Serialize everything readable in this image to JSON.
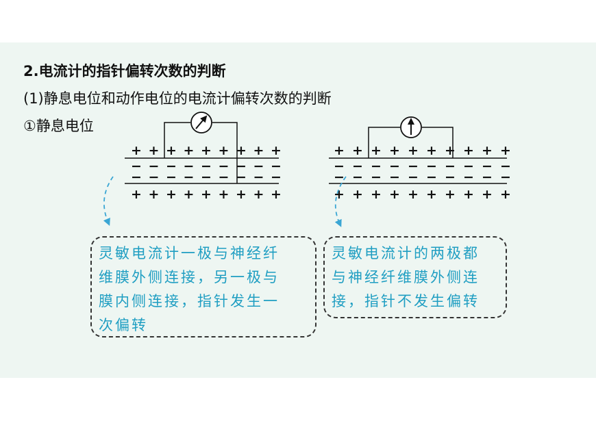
{
  "heading": "2.电流计的指针偏转次数的判断",
  "subheading": "(1)静息电位和动作电位的电流计偏转次数的判断",
  "item": "①静息电位",
  "membrane": {
    "plus_count": 9,
    "minus_count": 9
  },
  "notes": {
    "left": "灵敏电流计一极与神经纤\n维膜外侧连接，另一极与\n膜内侧连接，指针发生一\n次偏转",
    "right": "灵敏电流计的两极都\n与神经纤维膜外侧连\n接，指针不发生偏转"
  },
  "colors": {
    "note_text": "#1f9ec2",
    "arrow": "#3aa6d4",
    "slide_bg": "#eef6f2"
  }
}
